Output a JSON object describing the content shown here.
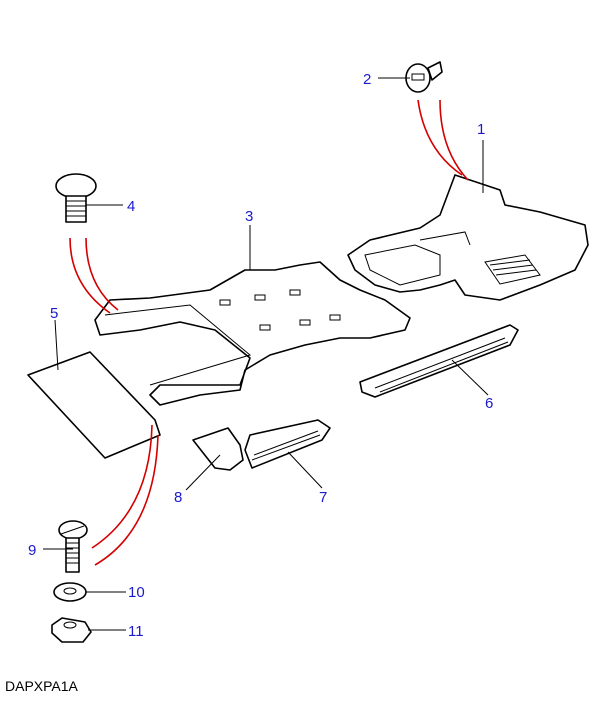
{
  "diagram": {
    "code": "DAPXPA1A",
    "callouts": [
      "1",
      "2",
      "3",
      "4",
      "5",
      "6",
      "7",
      "8",
      "9",
      "10",
      "11"
    ],
    "colors": {
      "callout": "#1a1acc",
      "fixing_line": "#d40000",
      "outline": "#000000"
    }
  }
}
